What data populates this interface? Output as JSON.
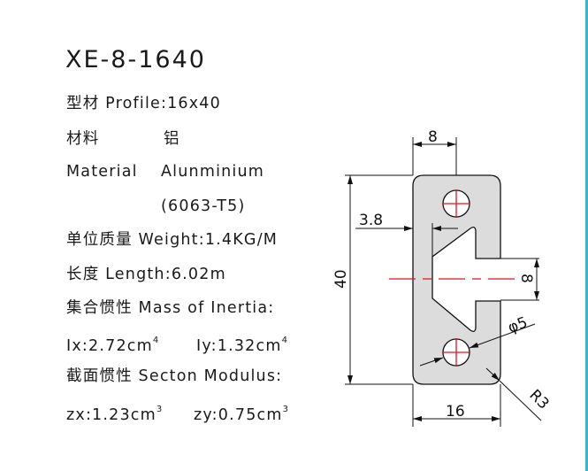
{
  "title": "XE-8-1640",
  "specs": {
    "profile": "型材 Profile:16x40",
    "material_cn_label": "材料",
    "material_cn_value": "铝",
    "material_label": "Material",
    "material_value": "Alunminium",
    "material_grade": "(6063-T5)",
    "weight": "单位质量 Weight:1.4KG/M",
    "length": "长度 Length:6.02m",
    "inertia_label": "集合惯性 Mass of Inertia:",
    "ix": "Ix:2.72cm",
    "ix_exp": "4",
    "iy": "Iy:1.32cm",
    "iy_exp": "4",
    "modulus_label": "截面惯性 Secton Modulus:",
    "zx": "zx:1.23cm",
    "zx_exp": "3",
    "zy": "zy:0.75cm",
    "zy_exp": "3"
  },
  "drawing": {
    "dim_top": "8",
    "dim_height": "40",
    "dim_offset": "3.8",
    "dim_slot": "8",
    "dim_hole": "φ5",
    "dim_radius": "R3",
    "dim_width": "16",
    "profile_fill": "#dcdcdc",
    "centerline_color": "#e0141e"
  }
}
